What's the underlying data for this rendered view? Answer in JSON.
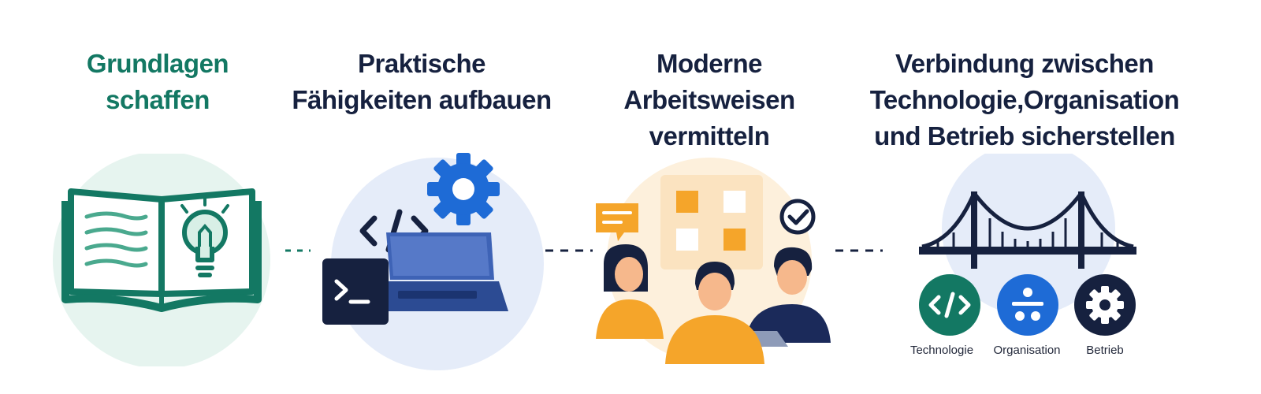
{
  "steps": [
    {
      "title_lines": [
        "Grundlagen",
        "schaffen"
      ]
    },
    {
      "title_lines": [
        "Praktische",
        "Fähigkeiten aufbauen"
      ]
    },
    {
      "title_lines": [
        "Moderne",
        "Arbeitsweisen",
        "vermitteln"
      ]
    },
    {
      "title_lines": [
        "Verbindung zwischen",
        "Technologie,Organisation",
        "und Betrieb sicherstellen"
      ]
    }
  ],
  "connection_labels": [
    "Technologie",
    "Organisation",
    "Betrieb"
  ],
  "icons": [
    "open-book-icon",
    "lightbulb-icon",
    "gear-icon",
    "code-brackets-icon",
    "terminal-icon",
    "laptop-icon",
    "chat-bubble-icon",
    "board-grid-icon",
    "check-circle-icon",
    "people-icon",
    "bridge-icon",
    "org-chart-icon"
  ],
  "colors": {
    "green": "#137863",
    "navy": "#16213f",
    "blue": "#1e6bd6",
    "orange": "#f5a52a",
    "light_green": "#e6f4ef",
    "light_blue": "#e5ecf9",
    "light_orange": "#fdf0dc"
  }
}
